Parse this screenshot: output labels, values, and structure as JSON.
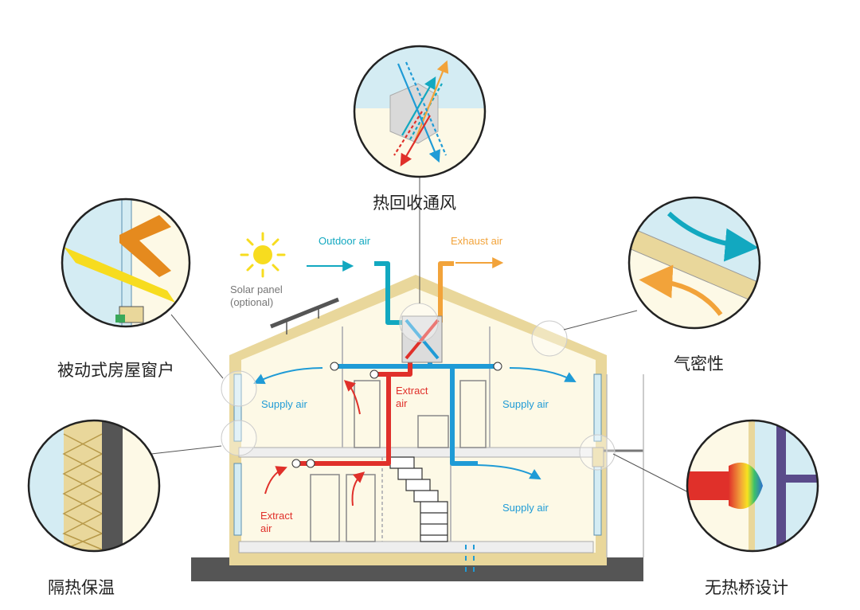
{
  "callouts": {
    "heat_recovery": "热回收通风",
    "windows": "被动式房屋窗户",
    "airtight": "气密性",
    "insulation": "隔热保温",
    "thermal_bridge": "无热桥设计"
  },
  "labels": {
    "outdoor_air": "Outdoor air",
    "exhaust_air": "Exhaust air",
    "solar_panel_line1": "Solar panel",
    "solar_panel_line2": "(optional)",
    "supply_air": "Supply air",
    "extract_line1": "Extract",
    "extract_line2": "air"
  },
  "colors": {
    "supply": "#1f9bd6",
    "extract": "#e0302a",
    "exhaust": "#f2a33a",
    "outdoor": "#12a8c0",
    "insulation": "#e9d79b",
    "interior": "#fdf9e6",
    "ground": "#555555",
    "sun": "#f7dc1f",
    "cold": "#d4ecf3"
  }
}
